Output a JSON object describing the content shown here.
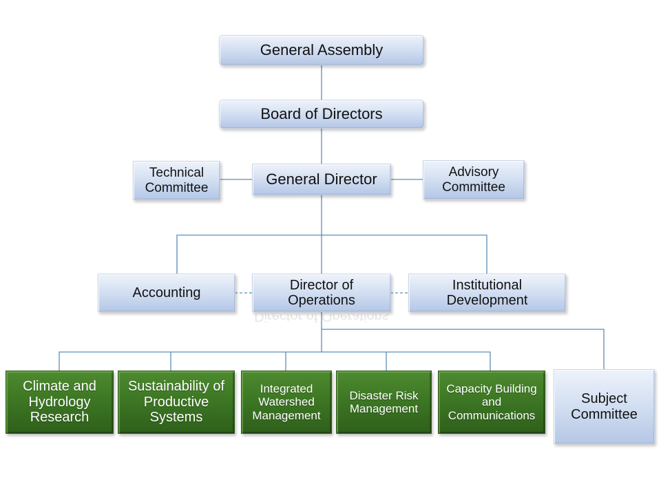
{
  "chart": {
    "general_assembly": "General Assembly",
    "board_of_directors": "Board of Directors",
    "general_director": "General Director",
    "technical_committee": "Technical Committee",
    "advisory_committee": "Advisory Committee",
    "accounting": "Accounting",
    "director_of_operations": "Director of Operations",
    "institutional_development": "Institutional Development",
    "subject_committee": "Subject Committee",
    "programs": [
      {
        "label": "Climate and Hydrology Research"
      },
      {
        "label": "Sustainability of Productive Systems"
      },
      {
        "label": "Integrated Watershed Management"
      },
      {
        "label": "Disaster Risk Management"
      },
      {
        "label": "Capacity Building and Communications"
      }
    ]
  },
  "colors": {
    "connector": "#5b8db5",
    "blue_box": "#cfdcf0",
    "green_box": "#3a7322"
  }
}
